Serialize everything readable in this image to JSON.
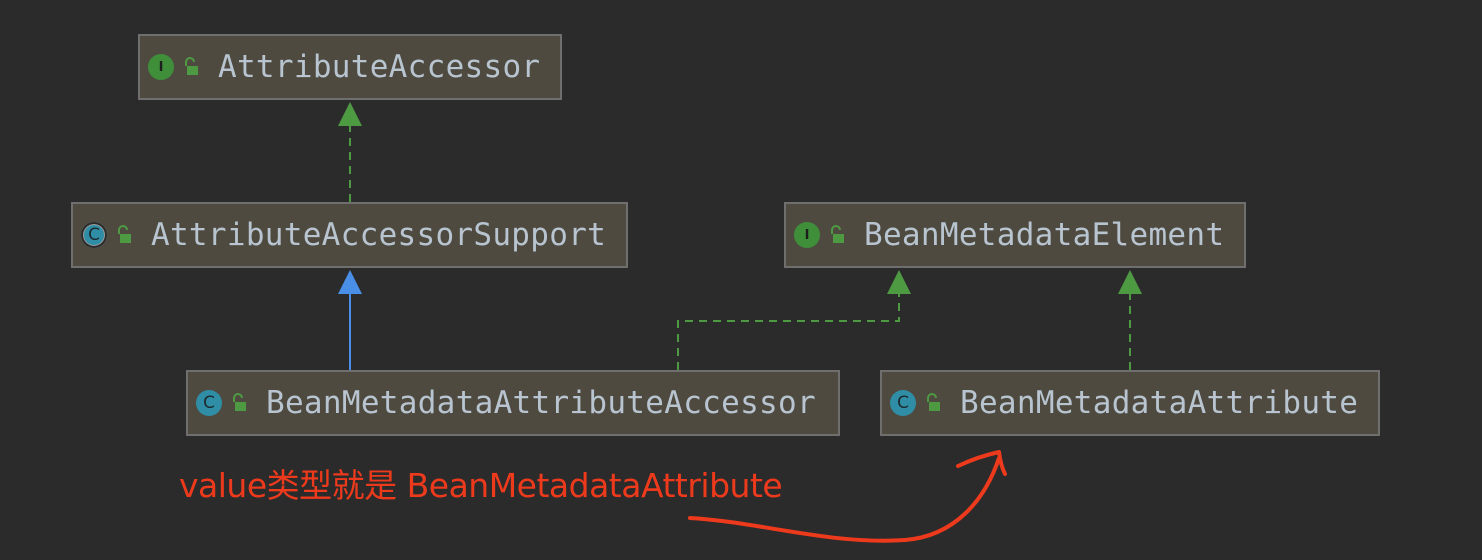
{
  "diagram": {
    "nodes": [
      {
        "id": "attribute-accessor",
        "kind": "interface",
        "kind_glyph": "I",
        "name": "AttributeAccessor"
      },
      {
        "id": "attribute-accessor-support",
        "kind": "abstract-class",
        "kind_glyph": "C",
        "name": "AttributeAccessorSupport"
      },
      {
        "id": "bean-metadata-element",
        "kind": "interface",
        "kind_glyph": "I",
        "name": "BeanMetadataElement"
      },
      {
        "id": "bean-metadata-attribute-accessor",
        "kind": "class",
        "kind_glyph": "C",
        "name": "BeanMetadataAttributeAccessor"
      },
      {
        "id": "bean-metadata-attribute",
        "kind": "class",
        "kind_glyph": "C",
        "name": "BeanMetadataAttribute"
      }
    ],
    "edges": [
      {
        "from": "attribute-accessor-support",
        "to": "attribute-accessor",
        "relation": "implements",
        "color": "#4e9a43"
      },
      {
        "from": "bean-metadata-attribute-accessor",
        "to": "attribute-accessor-support",
        "relation": "extends",
        "color": "#4a8fe7"
      },
      {
        "from": "bean-metadata-attribute-accessor",
        "to": "bean-metadata-element",
        "relation": "implements",
        "color": "#4e9a43"
      },
      {
        "from": "bean-metadata-attribute",
        "to": "bean-metadata-element",
        "relation": "implements",
        "color": "#4e9a43"
      }
    ],
    "annotation": {
      "text": "value类型就是 BeanMetadataAttribute",
      "color": "#ee3a1c"
    }
  },
  "colors": {
    "background": "#2b2b2b",
    "node_fill": "#4e4a40",
    "node_border": "#6f6f6f",
    "label_text": "#b8c4cf",
    "interface_badge": "#3f8f3a",
    "class_badge": "#2f8ea5",
    "lock_icon": "#4e9a43"
  }
}
